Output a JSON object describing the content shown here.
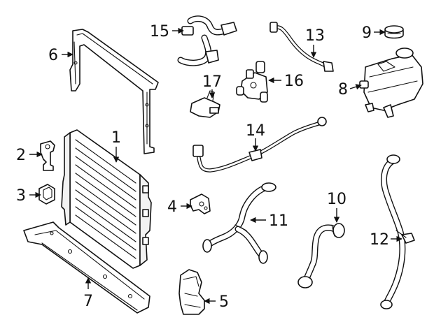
{
  "callouts": [
    {
      "id": "1",
      "text": "1"
    },
    {
      "id": "2",
      "text": "2"
    },
    {
      "id": "3",
      "text": "3"
    },
    {
      "id": "4",
      "text": "4"
    },
    {
      "id": "5",
      "text": "5"
    },
    {
      "id": "6",
      "text": "6"
    },
    {
      "id": "7",
      "text": "7"
    },
    {
      "id": "8",
      "text": "8"
    },
    {
      "id": "9",
      "text": "9"
    },
    {
      "id": "10",
      "text": "10"
    },
    {
      "id": "11",
      "text": "11"
    },
    {
      "id": "12",
      "text": "12"
    },
    {
      "id": "13",
      "text": "13"
    },
    {
      "id": "14",
      "text": "14"
    },
    {
      "id": "15",
      "text": "15"
    },
    {
      "id": "16",
      "text": "16"
    },
    {
      "id": "17",
      "text": "17"
    }
  ],
  "colors": {
    "ink": "#111111",
    "paper": "#ffffff"
  }
}
